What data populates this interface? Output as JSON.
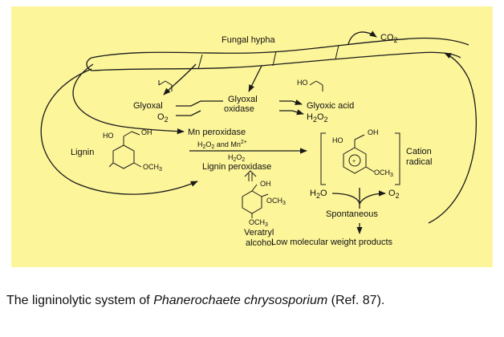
{
  "labels": {
    "fungal_hypha": "Fungal hypha",
    "co2": "CO",
    "co2_sub": "2",
    "glyoxal": "Glyoxal",
    "o2_left": "O",
    "o2_left_sub": "2",
    "glyoxal_oxidase_1": "Glyoxal",
    "glyoxal_oxidase_2": "oxidase",
    "glyoxic_acid": "Glyoxic acid",
    "h2o2_right_a": "H",
    "h2o2_right_b": "2",
    "h2o2_right_c": "O",
    "h2o2_right_d": "2",
    "lignin": "Lignin",
    "mn_peroxidase": "Mn peroxidase",
    "h2o2_and_mn_a": "H",
    "h2o2_and_mn_b": "2",
    "h2o2_and_mn_c": "O",
    "h2o2_and_mn_d": "2",
    "h2o2_and_mn_e": " and Mn",
    "h2o2_and_mn_f": "2+",
    "h2o2_mid_a": "H",
    "h2o2_mid_b": "2",
    "h2o2_mid_c": "O",
    "h2o2_mid_d": "2",
    "lignin_peroxidase": "Lignin peroxidase",
    "cation_1": "Cation",
    "cation_2": "radical",
    "h2o_a": "H",
    "h2o_b": "2",
    "h2o_c": "O",
    "o2_right": "O",
    "o2_right_sub": "2",
    "spontaneous": "Spontaneous",
    "veratryl_1": "Veratryl",
    "veratryl_2": "alcohol",
    "low_mw": "Low molecular weight products",
    "ho": "HO",
    "oh": "OH",
    "och3": "OCH",
    "och3_sub": "3"
  },
  "caption": {
    "prefix": "The ligninolytic system of ",
    "species": "Phanerochaete chrysosporium",
    "suffix": " (Ref. 87)."
  },
  "colors": {
    "figure_background": "#fcf59a",
    "line": "#1a1a1a"
  }
}
